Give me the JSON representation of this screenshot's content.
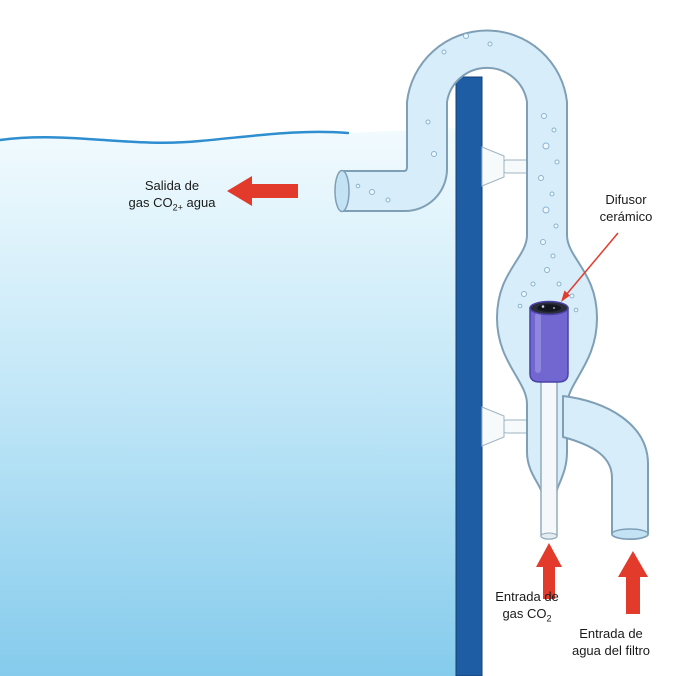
{
  "labels": {
    "salida": {
      "line1": "Salida de",
      "l2_pre": "gas CO",
      "l2_sub": "2+",
      "l2_post": " agua"
    },
    "difusor": {
      "line1": "Difusor",
      "line2": "cerámico"
    },
    "entrada_gas": {
      "line1": "Entrada de",
      "l2_pre": "gas CO",
      "l2_sub": "2"
    },
    "entrada_agua": {
      "line1": "Entrada de",
      "line2": "agua del filtro"
    }
  },
  "colors": {
    "water_top": "#f2fbfe",
    "water_mid": "#c0e6f7",
    "water_bottom": "#85cbec",
    "water_line": "#2e8ecf",
    "glass_bar": "#1e5ca3",
    "glass_bar_edge": "#143f76",
    "tube_fill": "#d7edfa",
    "tube_stroke": "#7f9fb6",
    "tube_opening": "#c3e3f5",
    "inner_tube_fill": "#f4f8fa",
    "inner_tube_stroke": "#93abba",
    "diffuser_body": "#7267d0",
    "diffuser_stroke": "#4a42a8",
    "diffuser_top": "#2a2d3a",
    "suction_fill": "#f7fafb",
    "suction_stroke": "#9fb4c2",
    "bubble_stroke": "#86b2cc",
    "arrow_red": "#e23b2c",
    "text": "#1a1a1a"
  }
}
